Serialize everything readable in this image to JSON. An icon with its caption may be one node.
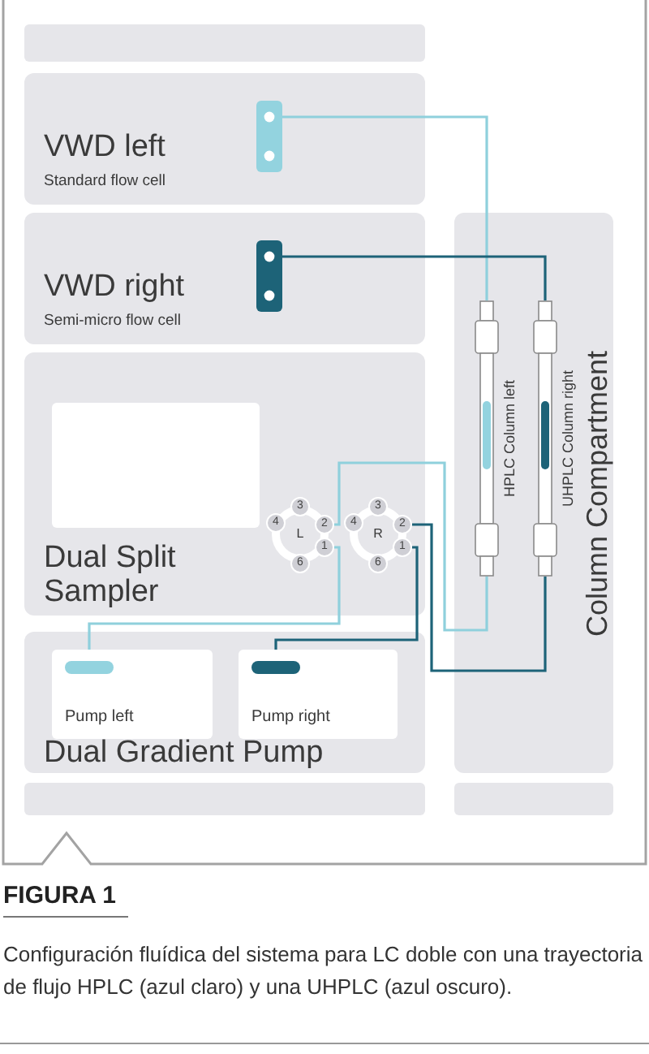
{
  "diagram": {
    "title": "FIGURA 1",
    "caption": "Configuración fluídica del sistema para LC doble con una trayectoria de flujo HPLC (azul claro) y una UHPLC (azul oscuro).",
    "nodes": [
      {
        "text": [],
        "shape": "box"
      },
      {
        "text": [
          "VWD left",
          "Standard flow cell"
        ]
      },
      {
        "text": [],
        "shape": "box",
        "in": 1
      },
      {
        "text": [
          "VWD right",
          "Semi-micro flow cell"
        ]
      },
      {
        "text": [],
        "shape": "box",
        "in": 3
      },
      {
        "text": [
          "Column Compartment"
        ]
      },
      {
        "text": [
          "HPLC Column left"
        ],
        "in": 5
      },
      {
        "text": [
          "UHPLC Column right"
        ],
        "in": 5
      },
      {
        "text": [
          "Dual Split Sampler"
        ]
      },
      {
        "text": [],
        "shape": "box",
        "in": 8
      },
      {
        "text": [
          "3",
          "4",
          "L",
          "2",
          "1",
          "6"
        ],
        "in": 8
      },
      {
        "text": [
          "3",
          "4",
          "R",
          "2",
          "1",
          "6"
        ],
        "in": 8
      },
      {
        "text": [
          "Dual Gradient Pump"
        ]
      },
      {
        "text": [
          "Pump left"
        ],
        "in": 12
      },
      {
        "text": [
          "Pump right"
        ],
        "in": 12
      },
      {
        "text": [],
        "shape": "box"
      },
      {
        "text": [],
        "shape": "box"
      }
    ],
    "edges": [
      {
        "from": 13,
        "to": 10,
        "arrow": "none",
        "color": "#8fd0dc"
      },
      {
        "from": 10,
        "to": 6,
        "arrow": "none",
        "color": "#8fd0dc"
      },
      {
        "from": 6,
        "to": 2,
        "arrow": "none",
        "color": "#8fd0dc"
      },
      {
        "from": 14,
        "to": 11,
        "arrow": "none",
        "color": "#1d6378"
      },
      {
        "from": 11,
        "to": 7,
        "arrow": "none",
        "color": "#1d6378"
      },
      {
        "from": 7,
        "to": 4,
        "arrow": "none",
        "color": "#1d6378"
      }
    ]
  }
}
